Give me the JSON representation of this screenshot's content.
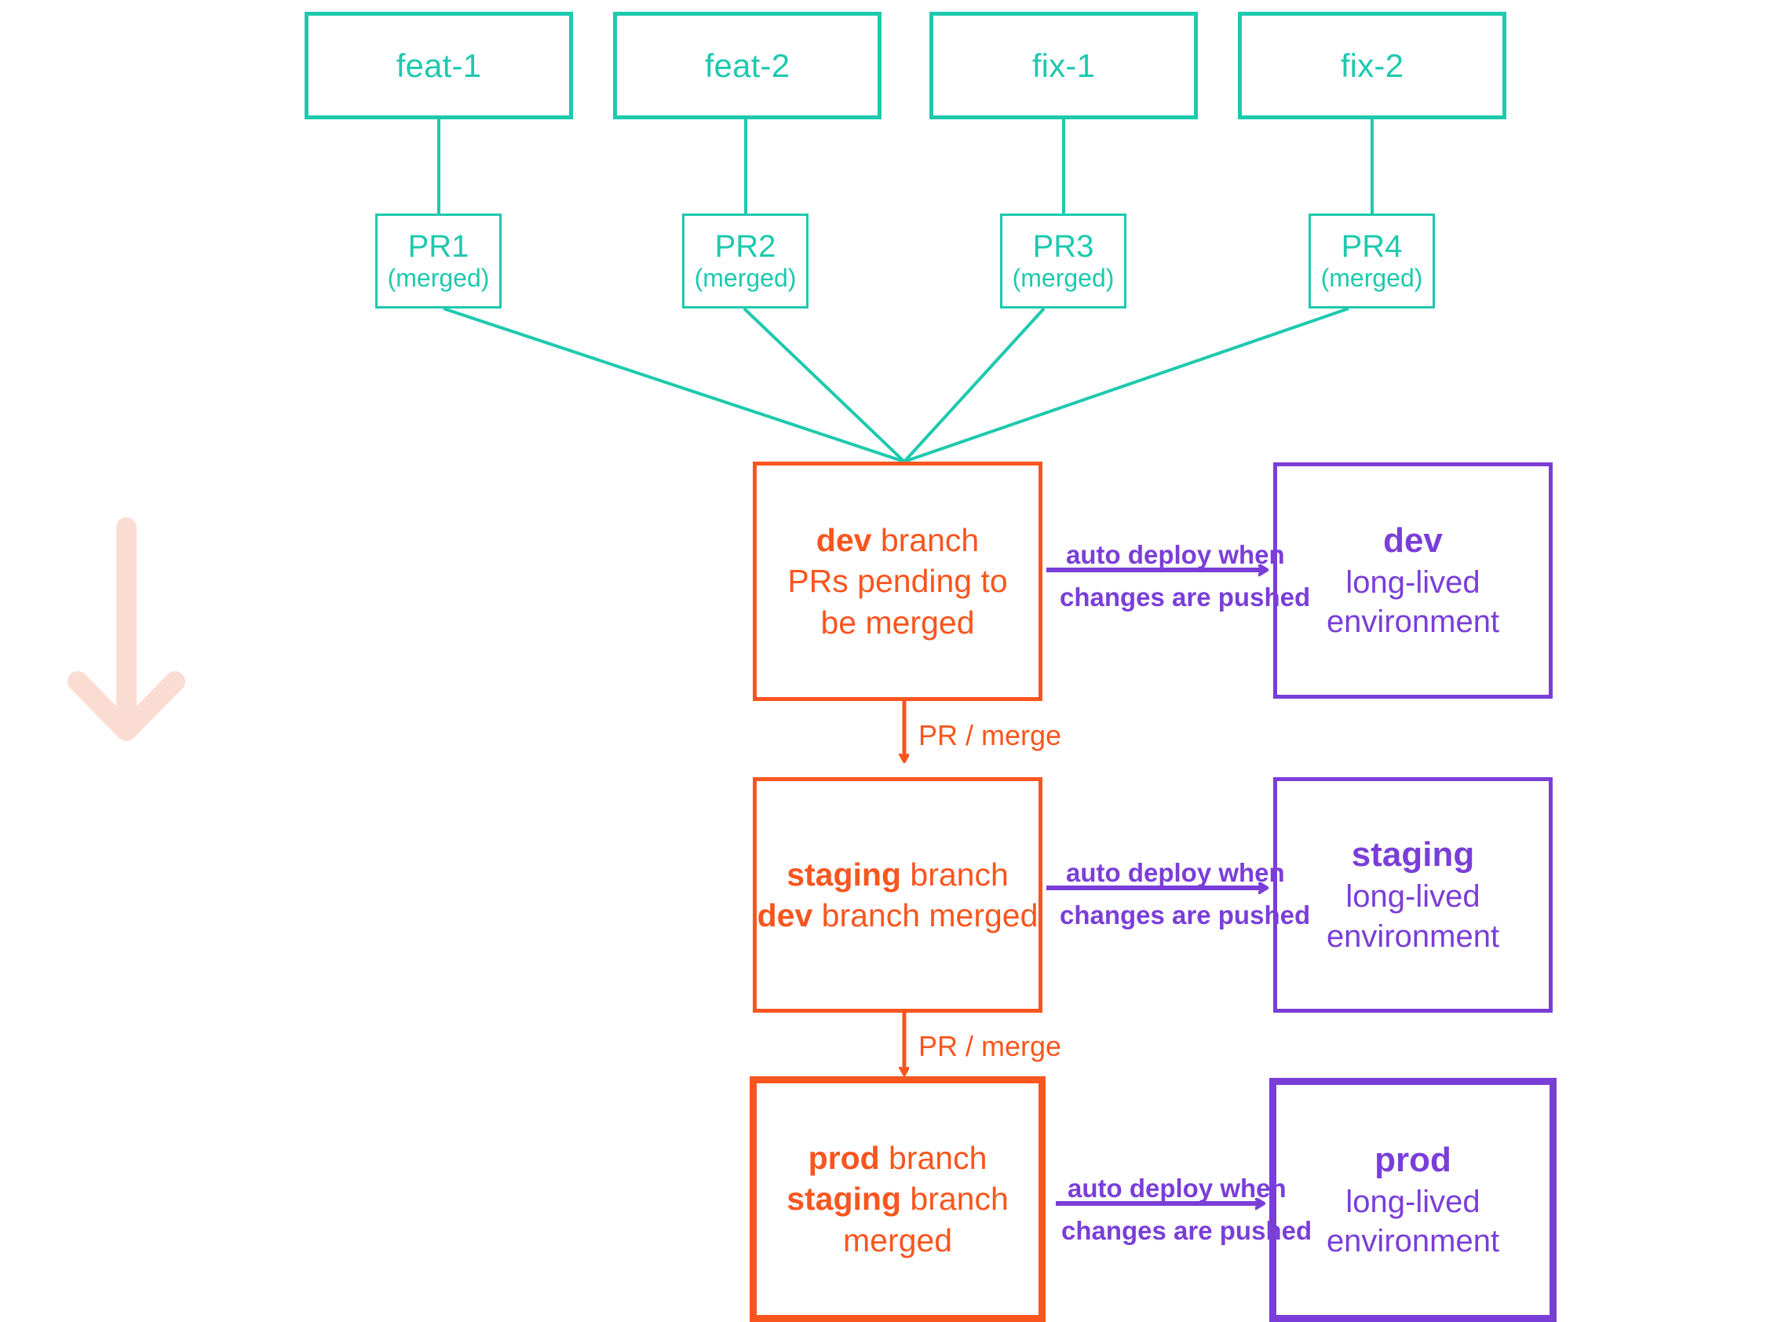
{
  "diagram": {
    "title": "git branching and deployment flow",
    "colors": {
      "teal": "#1ec9ae",
      "orange": "#f9551f",
      "purple": "#7a3ed8",
      "pale_pink": "#fbdcd2",
      "background": "#ffffff"
    },
    "feature_branches": [
      {
        "label": "feat-1"
      },
      {
        "label": "feat-2"
      },
      {
        "label": "fix-1"
      },
      {
        "label": "fix-2"
      }
    ],
    "pull_requests": [
      {
        "title": "PR1",
        "status": "(merged)"
      },
      {
        "title": "PR2",
        "status": "(merged)"
      },
      {
        "title": "PR3",
        "status": "(merged)"
      },
      {
        "title": "PR4",
        "status": "(merged)"
      }
    ],
    "branches": [
      {
        "name": "dev",
        "suffix": " branch",
        "detail_plain": "PRs pending to be merged",
        "detail_bold": "",
        "detail_rest": ""
      },
      {
        "name": "staging",
        "suffix": " branch",
        "detail_plain": "",
        "detail_bold": "dev",
        "detail_rest": " branch merged"
      },
      {
        "name": "prod",
        "suffix": " branch",
        "detail_plain": "",
        "detail_bold": "staging",
        "detail_rest": " branch merged"
      }
    ],
    "environments": [
      {
        "name": "dev",
        "sub_line1": "long-lived",
        "sub_line2": "environment"
      },
      {
        "name": "staging",
        "sub_line1": "long-lived",
        "sub_line2": "environment"
      },
      {
        "name": "prod",
        "sub_line1": "long-lived",
        "sub_line2": "environment"
      }
    ],
    "merge_labels": [
      {
        "text": "PR / merge"
      },
      {
        "text": "PR / merge"
      }
    ],
    "deploy_labels": [
      {
        "line1": "auto deploy when",
        "line2": "changes are pushed"
      },
      {
        "line1": "auto deploy when",
        "line2": "changes are pushed"
      },
      {
        "line1": "auto deploy when",
        "line2": "changes are pushed"
      }
    ],
    "flow_arrow": {
      "direction": "down"
    }
  }
}
